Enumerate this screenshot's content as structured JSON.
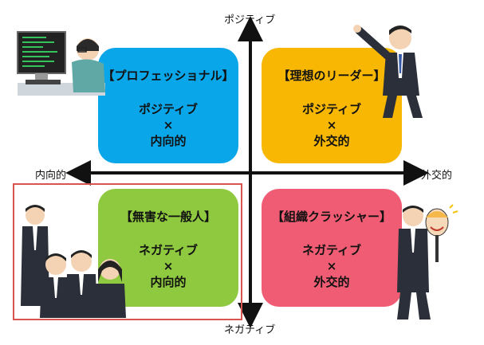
{
  "axes": {
    "top": "ポジティブ",
    "bottom": "ネガティブ",
    "left": "内向的",
    "right": "外交的"
  },
  "quadrants": {
    "top_left": {
      "title": "【プロフェッショナル】",
      "line1": "ポジティブ",
      "line2": "×",
      "line3": "内向的",
      "color": "#0aa6ea"
    },
    "top_right": {
      "title": "【理想のリーダー】",
      "line1": "ポジティブ",
      "line2": "×",
      "line3": "外交的",
      "color": "#f7b702"
    },
    "bottom_left": {
      "title": "【無害な一般人】",
      "line1": "ネガティブ",
      "line2": "×",
      "line3": "内向的",
      "color": "#8fc93f"
    },
    "bottom_right": {
      "title": "【組織クラッシャー】",
      "line1": "ネガティブ",
      "line2": "×",
      "line3": "外交的",
      "color": "#ef5c73"
    }
  },
  "highlight_color": "#d9534f",
  "icons": [
    "programmer-illustration",
    "pointing-leader-illustration",
    "group-of-workers-illustration",
    "man-with-mask-illustration"
  ]
}
